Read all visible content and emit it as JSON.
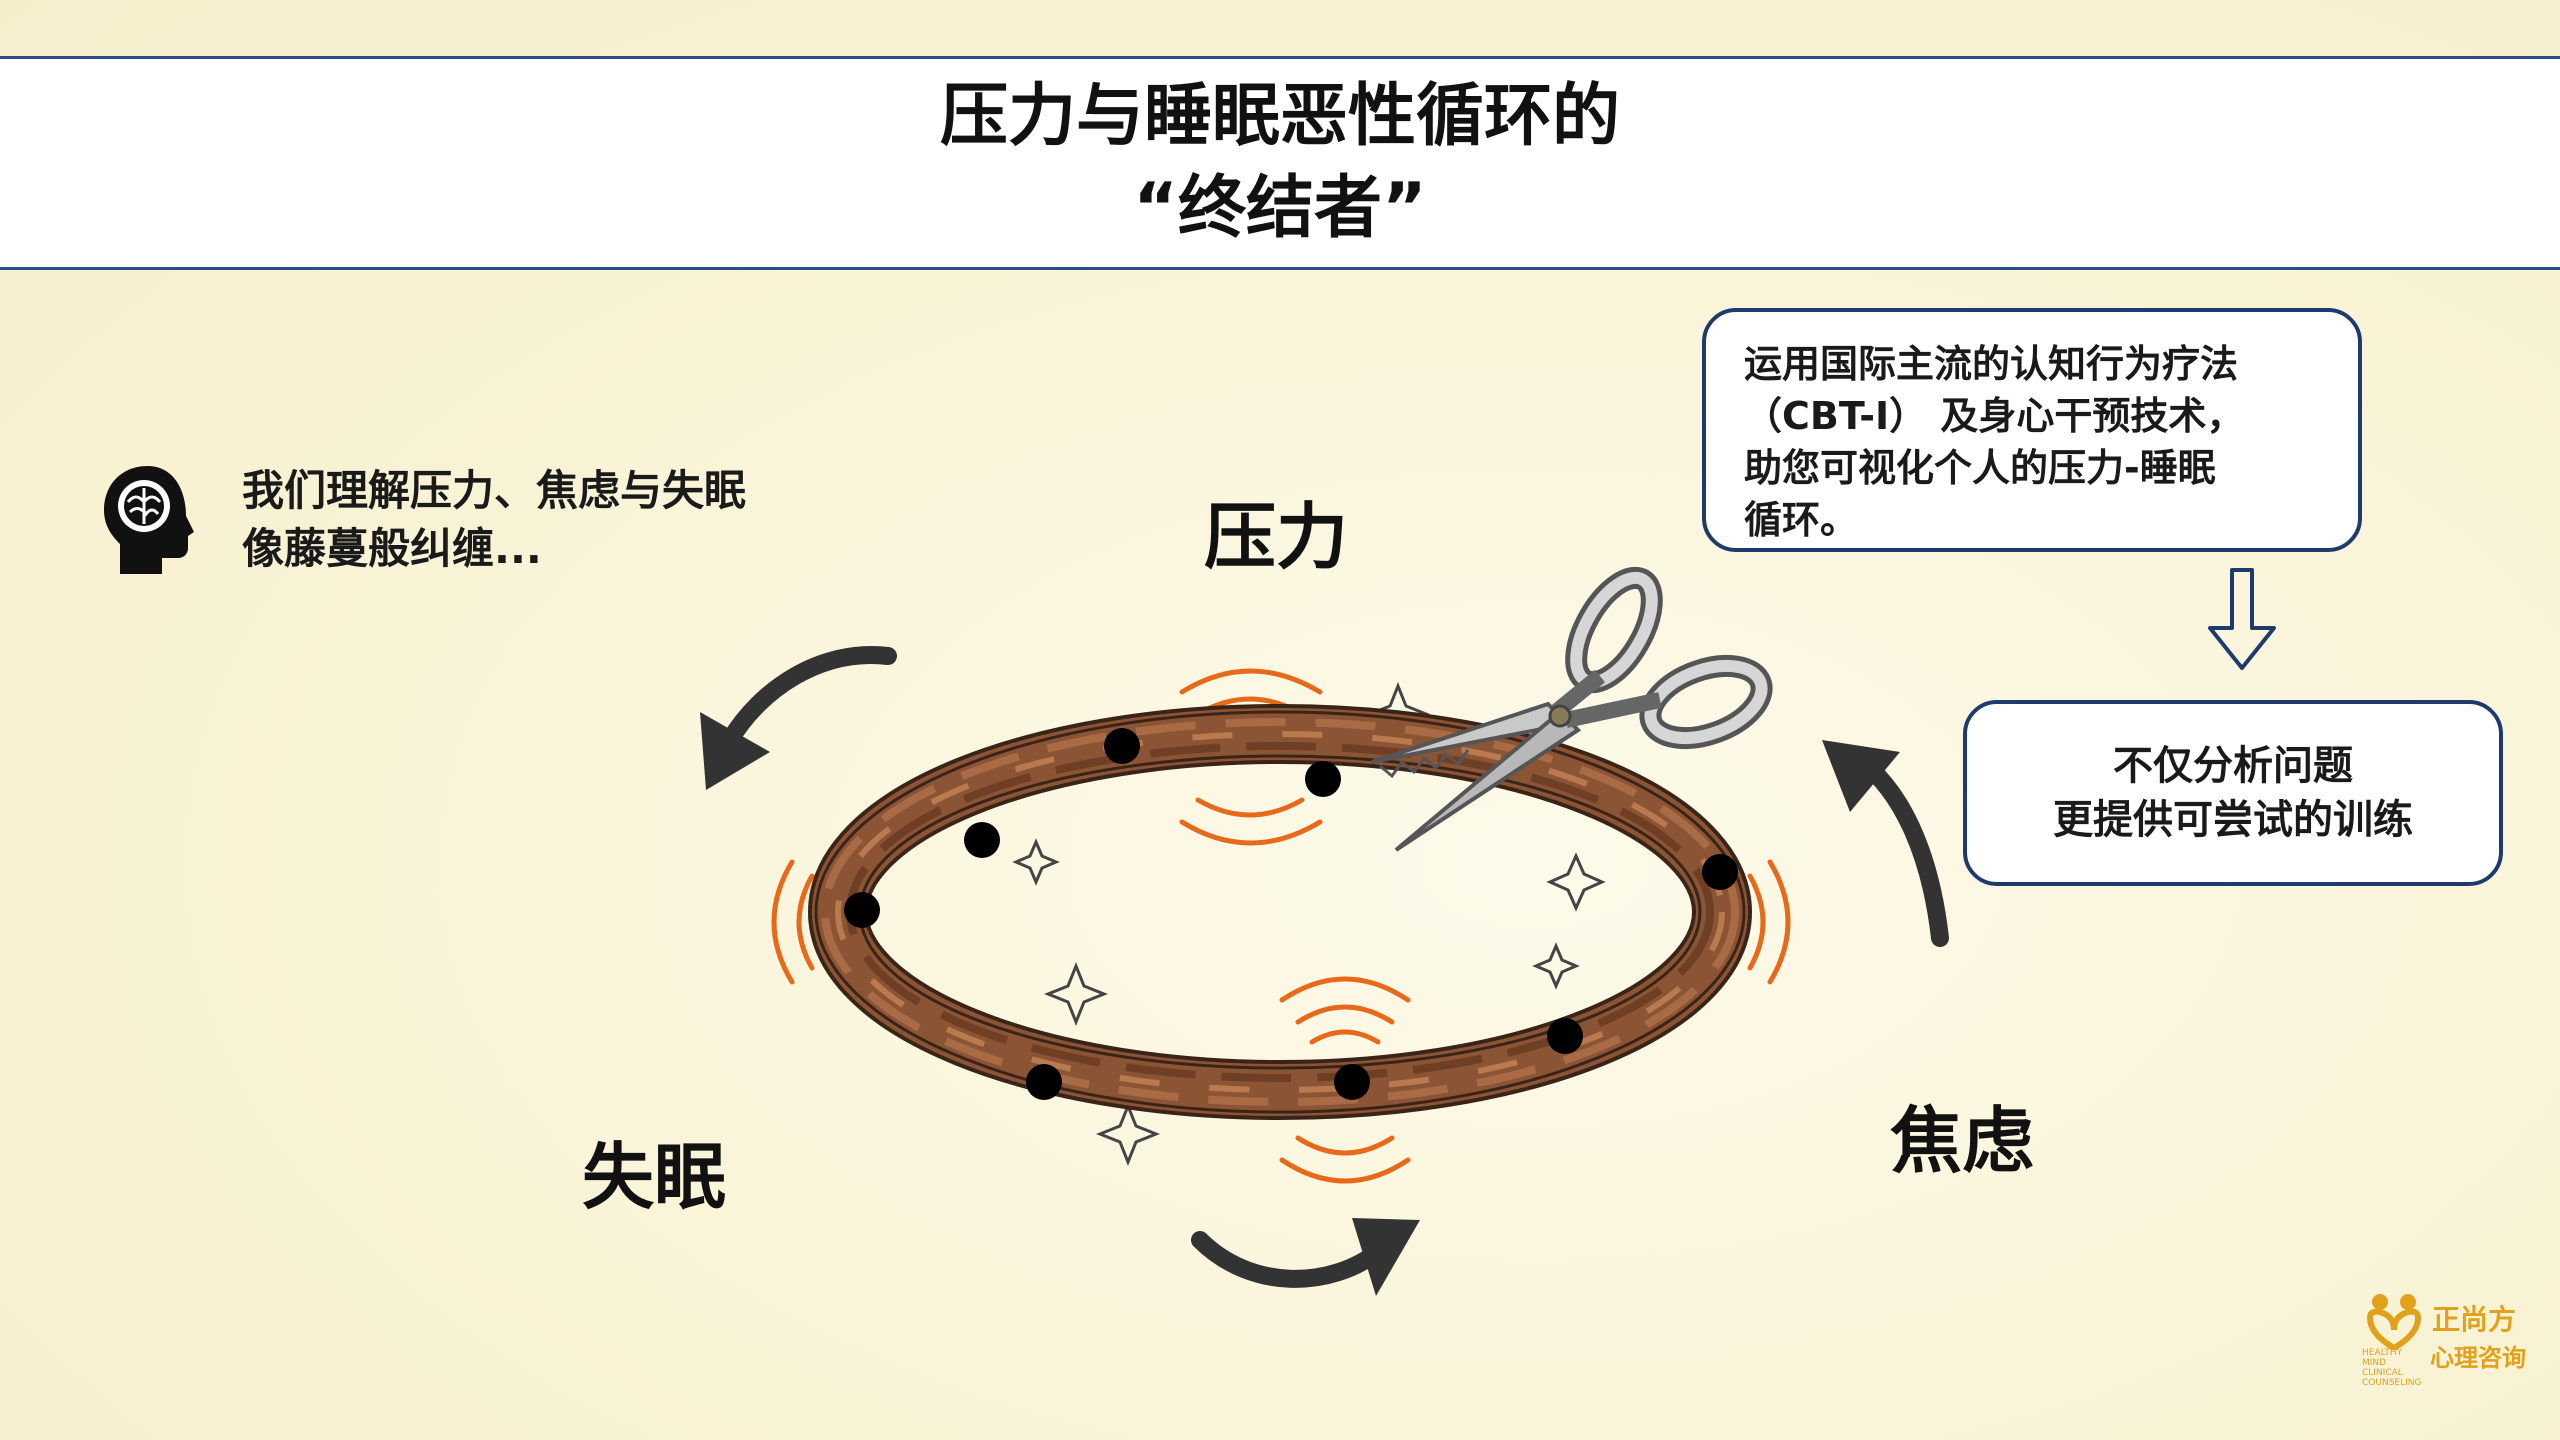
{
  "title": {
    "line1": "压力与睡眠恶性循环的",
    "line2": "“终结者”"
  },
  "intro": {
    "icon": "head-brain-icon",
    "line1": "我们理解压力、焦虑与失眠",
    "line2": "像藤蔓般纠缠..."
  },
  "cycle": {
    "nodes": [
      "压力",
      "焦虑",
      "失眠"
    ],
    "center_icon": "tangled-vine-ring",
    "tool_icon": "scissors-icon"
  },
  "method_box": {
    "lines": [
      "运用国际主流的认知行为疗法",
      "（CBT-I） 及身心干预技术，",
      "助您可视化个人的压力-睡眠",
      "循环。"
    ]
  },
  "result_box": {
    "line1": "不仅分析问题",
    "line2": "更提供可尝试的训练"
  },
  "logo": {
    "name": "正尚方",
    "sub": "心理咨询",
    "en": "HEALTHY MIND CLINICAL COUNSELING"
  },
  "colors": {
    "header_border": "#2d4d8c",
    "box_border": "#1f3a6d",
    "vine": "#8b5535",
    "vibration": "#e8691a",
    "arrow": "#333333",
    "logo": "#e2a11a"
  }
}
